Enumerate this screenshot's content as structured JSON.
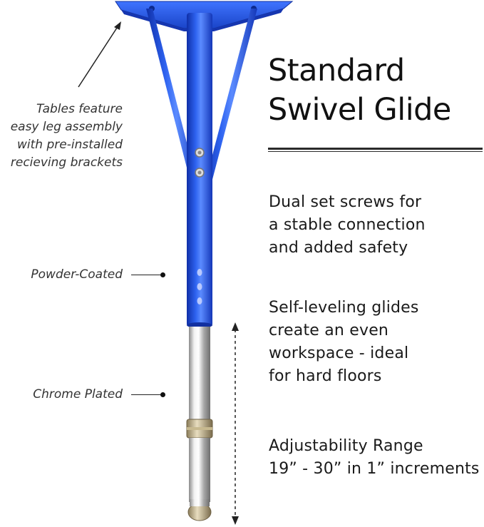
{
  "title": {
    "line1": "Standard",
    "line2": "Swivel Glide"
  },
  "features": [
    {
      "lines": [
        "Dual set screws for",
        "a stable connection",
        "and added safety"
      ]
    },
    {
      "lines": [
        "Self-leveling glides",
        "create an even",
        "workspace - ideal",
        "for hard floors"
      ]
    },
    {
      "lines": [
        "Adjustability Range",
        "19” - 30” in 1” increments"
      ]
    }
  ],
  "callouts": {
    "brackets": [
      "Tables feature",
      "easy leg assembly",
      "with pre-installed",
      "recieving brackets"
    ],
    "powder_coated": "Powder-Coated",
    "chrome_plated": "Chrome Plated"
  },
  "colors": {
    "leg_blue": "#1f4fd6",
    "chrome": "#c9c9c9",
    "text": "#1a1a1a"
  }
}
